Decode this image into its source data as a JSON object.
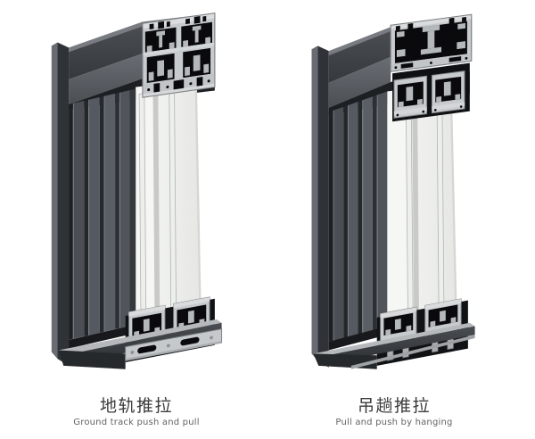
{
  "page": {
    "background": "#ffffff",
    "description": "Two aluminium sliding-door profile renders with captions"
  },
  "products": [
    {
      "id": "ground-track",
      "caption_zh": "地轨推拉",
      "caption_en": "Ground track push and pull",
      "image": "ground-track-sliding-door-corner-render"
    },
    {
      "id": "hanging-track",
      "caption_zh": "吊趟推拉",
      "caption_en": "Pull and push by hanging",
      "image": "hanging-track-sliding-door-corner-render"
    }
  ],
  "colors": {
    "frame_dark": "#43474c",
    "frame_band_light": "#5a5e65",
    "aluminum_light": "#c8cbcd",
    "cavity_black": "#0a0a0c",
    "glass": "#f1f1ef",
    "glass_strip_gray": "#c9c9c7",
    "caption_zh": "#3b3b3b",
    "caption_en": "#636363"
  }
}
